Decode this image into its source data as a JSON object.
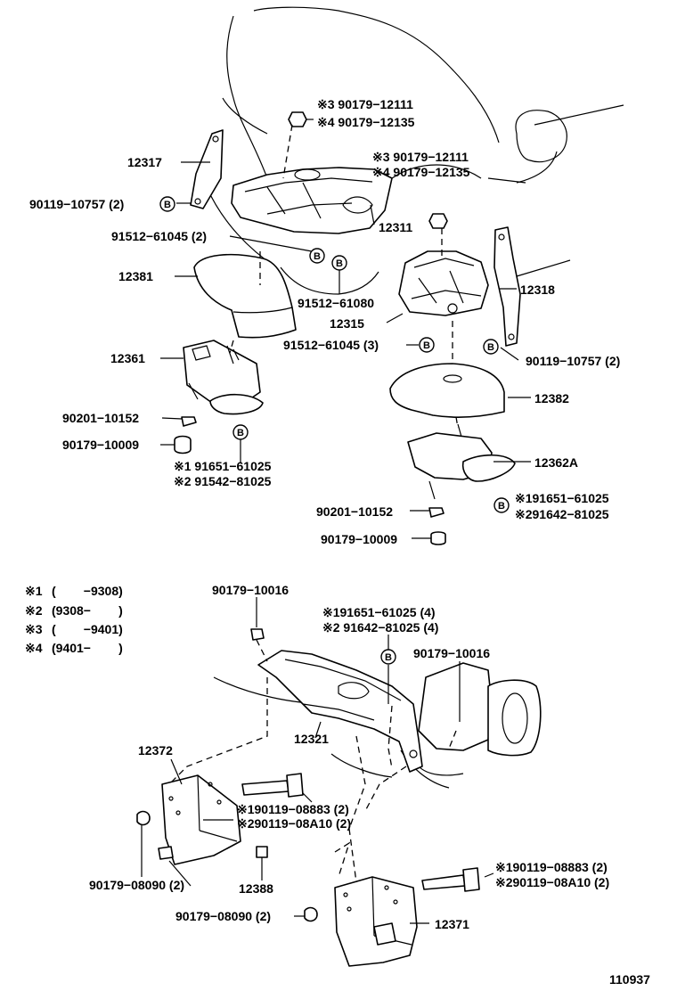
{
  "drawing_number": "110937",
  "bolt_symbol": "B",
  "labels": {
    "p12317": "12317",
    "p90119_10757_left": "90119−10757 (2)",
    "p3_90179_12111_top": "※3 90179−12111",
    "p4_90179_12135_top": "※4 90179−12135",
    "p3_90179_12111_mid": "※3 90179−12111",
    "p4_90179_12135_mid": "※4 90179−12135",
    "p91512_61045_2": "91512−61045 (2)",
    "p12311": "12311",
    "p12381": "12381",
    "p91512_61080": "91512−61080",
    "p12318": "12318",
    "p12315": "12315",
    "p91512_61045_3": "91512−61045 (3)",
    "p90119_10757_right": "90119−10757 (2)",
    "p12361": "12361",
    "p12382": "12382",
    "p90201_10152_left": "90201−10152",
    "p90179_10009_left": "90179−10009",
    "p1_91651_61025_left": "※1 91651−61025",
    "p2_91542_81025_left": "※2 91542−81025",
    "p12362A": "12362A",
    "p1_91651_61025_right": "※191651−61025",
    "p2_91642_81025_right": "※291642−81025",
    "p90201_10152_right": "90201−10152",
    "p90179_10009_right": "90179−10009",
    "p90179_10016_left": "90179−10016",
    "p1_91651_61025_4": "※191651−61025 (4)",
    "p2_91642_81025_4": "※2 91642−81025 (4)",
    "p90179_10016_right": "90179−10016",
    "p12321": "12321",
    "p12372": "12372",
    "p1_90119_08883_mid": "※190119−08883 (2)",
    "p2_90119_08A10_mid": "※290119−08A10 (2)",
    "p90179_08090_left": "90179−08090 (2)",
    "p12388": "12388",
    "p1_90119_08883_right": "※190119−08883 (2)",
    "p2_90119_08A10_right": "※290119−08A10 (2)",
    "p90179_08090_mid": "90179−08090 (2)",
    "p12371": "12371"
  },
  "legend": [
    {
      "mark": "※1",
      "range": "(        −9308)"
    },
    {
      "mark": "※2",
      "range": "(9308−        )"
    },
    {
      "mark": "※3",
      "range": "(        −9401)"
    },
    {
      "mark": "※4",
      "range": "(9401−        )"
    }
  ]
}
